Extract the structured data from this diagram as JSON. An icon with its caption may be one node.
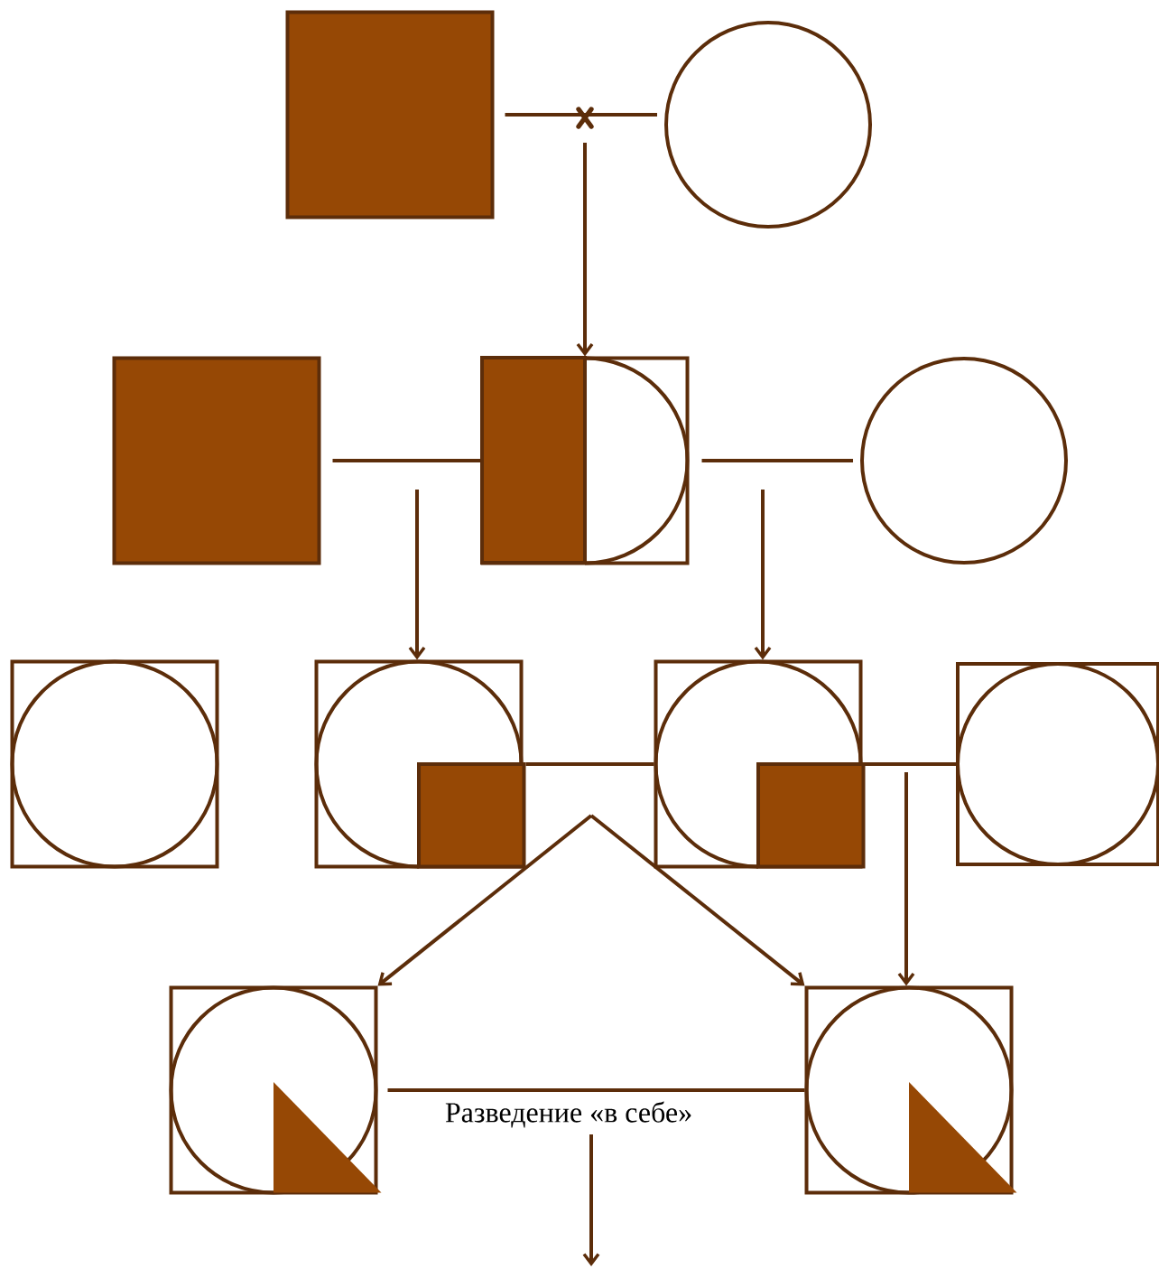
{
  "diagram": {
    "nodes": [
      {
        "text": [],
        "shape": "box"
      },
      {
        "text": [],
        "shape": "circle"
      },
      {
        "text": [],
        "shape": "box"
      },
      {
        "text": [],
        "shape": "box"
      },
      {
        "text": [],
        "shape": "circle"
      },
      {
        "text": [],
        "shape": "box"
      },
      {
        "text": [],
        "shape": "box"
      },
      {
        "text": [],
        "shape": "box"
      },
      {
        "text": [],
        "shape": "box"
      },
      {
        "text": [],
        "shape": "box"
      },
      {
        "text": [],
        "shape": "box"
      }
    ],
    "edges": [
      {
        "from": 0,
        "to": 1,
        "arrow": "none"
      },
      {
        "from": null,
        "to": 3,
        "arrow": "to"
      },
      {
        "from": 2,
        "to": 3,
        "arrow": "none"
      },
      {
        "from": 3,
        "to": 4,
        "arrow": "none"
      },
      {
        "from": null,
        "to": 6,
        "arrow": "to"
      },
      {
        "from": null,
        "to": 7,
        "arrow": "to"
      },
      {
        "from": 6,
        "to": 7,
        "arrow": "none"
      },
      {
        "from": 7,
        "to": 8,
        "arrow": "none"
      },
      {
        "from": null,
        "to": 9,
        "arrow": "to"
      },
      {
        "from": null,
        "to": 10,
        "arrow": "to"
      },
      {
        "from": null,
        "to": 10,
        "arrow": "to"
      },
      {
        "from": 9,
        "to": 10,
        "arrow": "none",
        "label": "Разведение «в себе»"
      }
    ]
  }
}
